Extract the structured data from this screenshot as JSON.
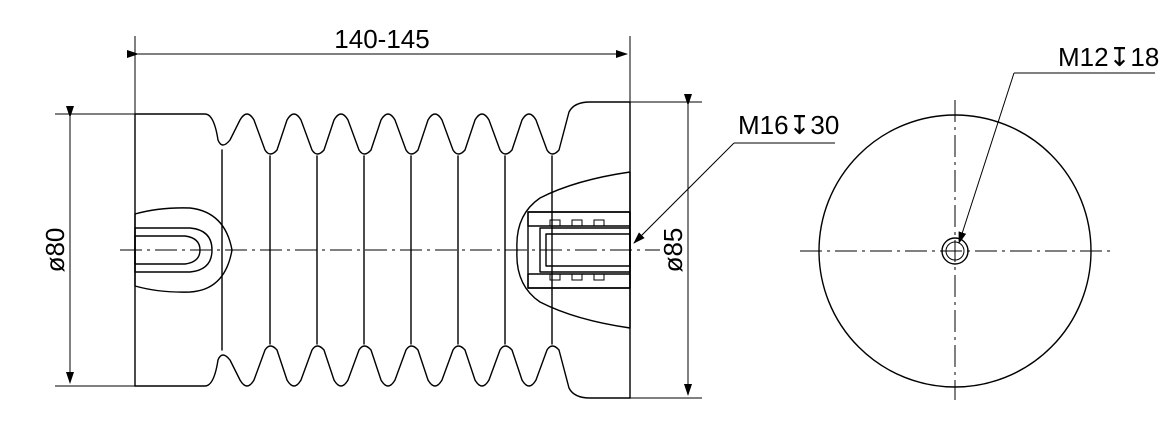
{
  "drawing": {
    "length_dimension": "140-145",
    "left_diameter": "ø80",
    "right_diameter": "ø85",
    "side_thread_callout": "M16↧30",
    "end_thread_callout": "M12↧18"
  },
  "colors": {
    "line": "#000000",
    "background": "#ffffff"
  }
}
